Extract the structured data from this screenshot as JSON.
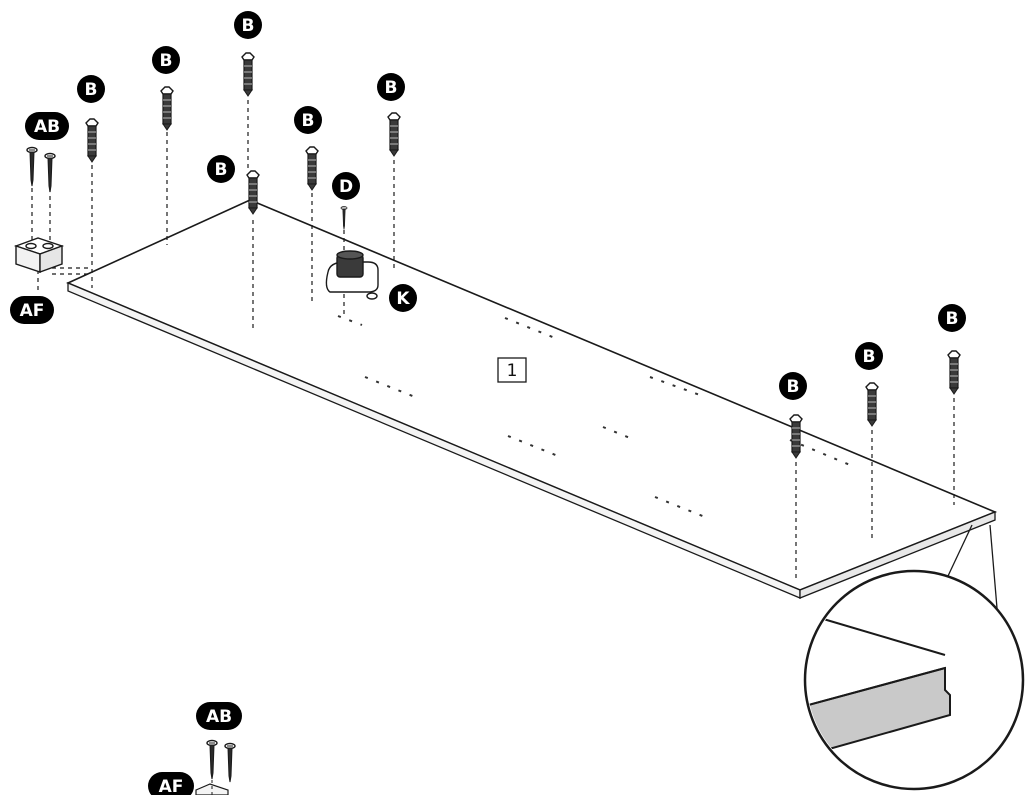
{
  "page": {
    "background": "#ffffff"
  },
  "colors": {
    "line": "#1a1a1a",
    "badge": "#000000",
    "badge_text": "#ffffff",
    "panel_edge": "#dcdcdc",
    "panel_cut": "#cfcfcf"
  },
  "step_number": "1",
  "labels": {
    "ab_top": "AB",
    "af_top": "AF",
    "d": "D",
    "k": "K",
    "ab_bottom": "AB",
    "af_bottom": "AF",
    "b_dowel_1": "B",
    "b_dowel_2": "B",
    "b_dowel_3": "B",
    "b_dowel_4": "B",
    "b_dowel_5": "B",
    "b_dowel_6": "B",
    "b_dowel_7": "B",
    "b_dowel_8": "B",
    "b_dowel_9": "B"
  },
  "icons": {
    "dowel": "cam-dowel-icon",
    "screw": "wood-screw-icon",
    "block": "corner-block-icon",
    "lock": "cam-lock-icon",
    "zoom": "edge-detail-zoom"
  }
}
